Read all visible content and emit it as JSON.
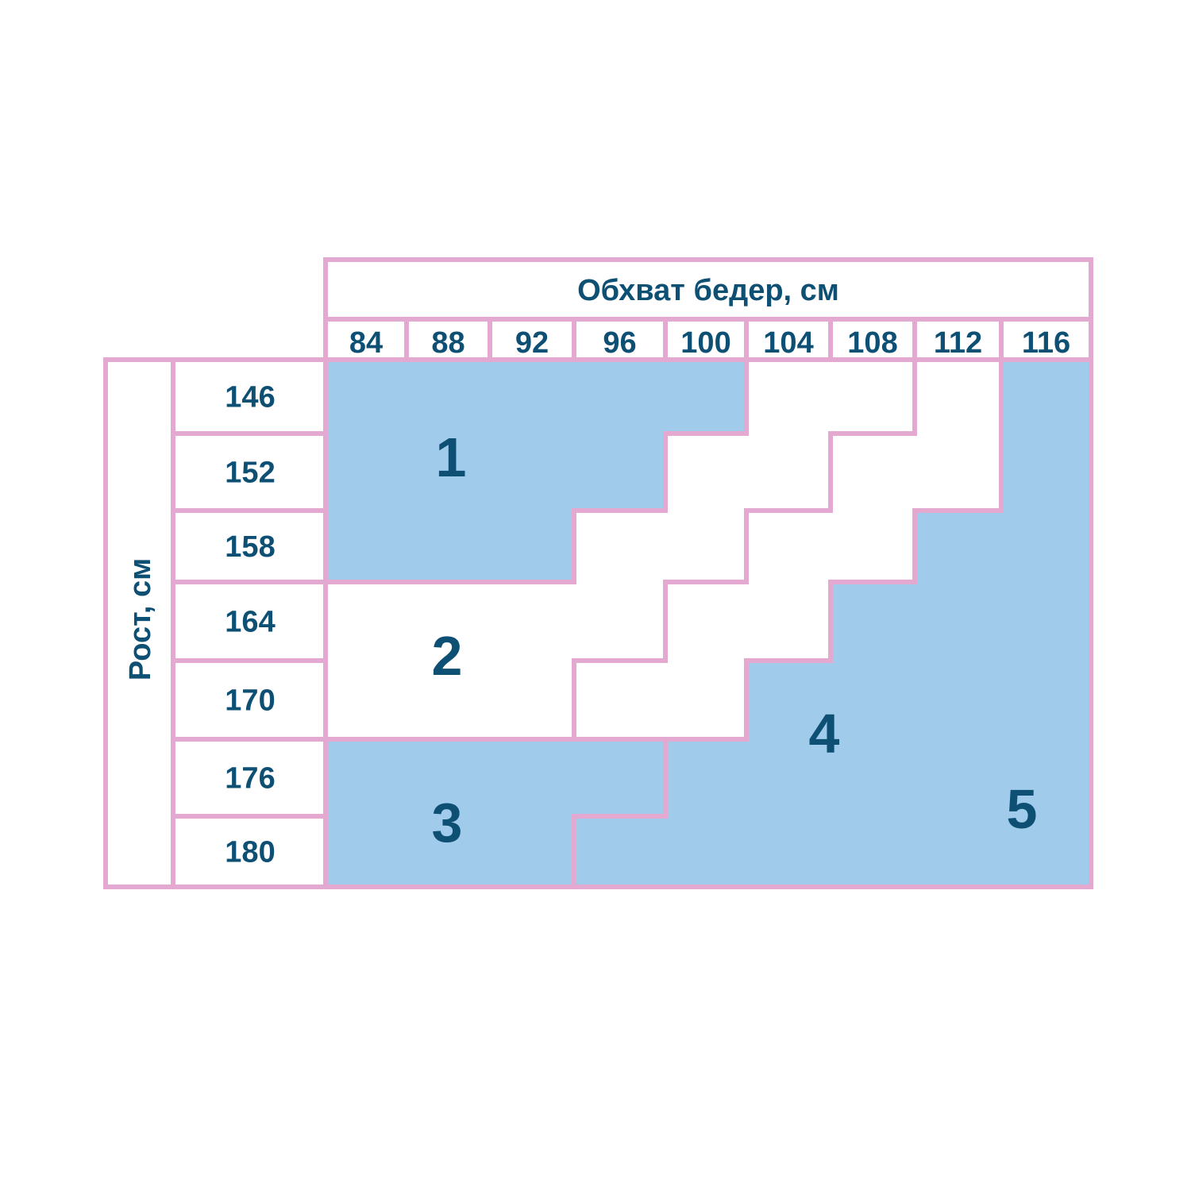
{
  "colors": {
    "border": "#e3a9d1",
    "fill": "#a0cbeb",
    "text": "#0e4f74",
    "background": "#ffffff"
  },
  "header": {
    "title": "Обхват бедер, см"
  },
  "side": {
    "title": "Рост, см"
  },
  "hips": [
    "84",
    "88",
    "92",
    "96",
    "100",
    "104",
    "108",
    "112",
    "116"
  ],
  "heights": [
    "146",
    "152",
    "158",
    "164",
    "170",
    "176",
    "180"
  ],
  "size_grid": [
    [
      1,
      1,
      1,
      1,
      1,
      2,
      2,
      4,
      5
    ],
    [
      1,
      1,
      1,
      1,
      2,
      2,
      4,
      4,
      5
    ],
    [
      1,
      1,
      1,
      2,
      2,
      4,
      4,
      5,
      5
    ],
    [
      2,
      2,
      2,
      2,
      4,
      4,
      5,
      5,
      5
    ],
    [
      2,
      2,
      2,
      4,
      4,
      5,
      5,
      5,
      5
    ],
    [
      3,
      3,
      3,
      3,
      5,
      5,
      5,
      5,
      5
    ],
    [
      3,
      3,
      3,
      5,
      5,
      5,
      5,
      5,
      5
    ]
  ],
  "sizes": [
    {
      "label": "1",
      "shaded": true
    },
    {
      "label": "2",
      "shaded": false
    },
    {
      "label": "3",
      "shaded": true
    },
    {
      "label": "4",
      "shaded": false
    },
    {
      "label": "5",
      "shaded": true
    }
  ]
}
